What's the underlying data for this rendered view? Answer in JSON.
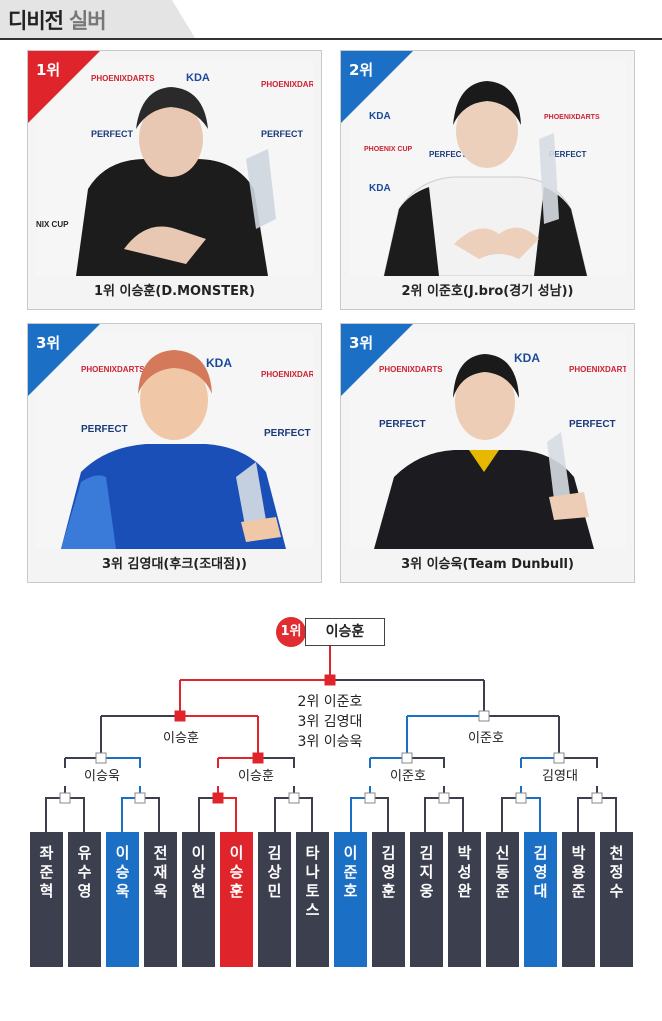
{
  "header": {
    "title": "디비전",
    "subtitle": "실버"
  },
  "winners": [
    {
      "rank": "1위",
      "caption": "1위 이승훈(D.MONSTER)",
      "badge_color": "#e0242c"
    },
    {
      "rank": "2위",
      "caption": "2위 이준호(J.bro(경기 성남))",
      "badge_color": "#1b6fc4"
    },
    {
      "rank": "3위",
      "caption": "3위 김영대(후크(조대점))",
      "badge_color": "#1b6fc4"
    },
    {
      "rank": "3위",
      "caption": "3위 이승욱(Team Dunbull)",
      "badge_color": "#1b6fc4"
    }
  ],
  "photo_text": {
    "phoenixdarts": "PHOENIXDARTS",
    "kda": "KDA",
    "perfect": "PERFECT",
    "cup": "PHOENIX CUP"
  },
  "bracket": {
    "champion_badge": "1위",
    "champion": "이승훈",
    "summary": [
      "2위 이준호",
      "3위 김영대",
      "3위 이승욱"
    ],
    "semi_left": "이승훈",
    "semi_right": "이준호",
    "quarters": [
      "이승욱",
      "이승훈",
      "이준호",
      "김영대"
    ],
    "players": [
      "좌준혁",
      "유수영",
      "이승욱",
      "전재욱",
      "이상현",
      "이승훈",
      "김상민",
      "타나토스",
      "이준호",
      "김영훈",
      "김지웅",
      "박성완",
      "신동준",
      "김영대",
      "박용준",
      "천정수"
    ],
    "player_colors": [
      "dark",
      "dark",
      "blue",
      "dark",
      "dark",
      "red",
      "dark",
      "dark",
      "blue",
      "dark",
      "dark",
      "dark",
      "dark",
      "blue",
      "dark",
      "dark"
    ]
  },
  "colors": {
    "red": "#e0242c",
    "blue": "#1b6fc4",
    "dark": "#3c3f4e"
  }
}
